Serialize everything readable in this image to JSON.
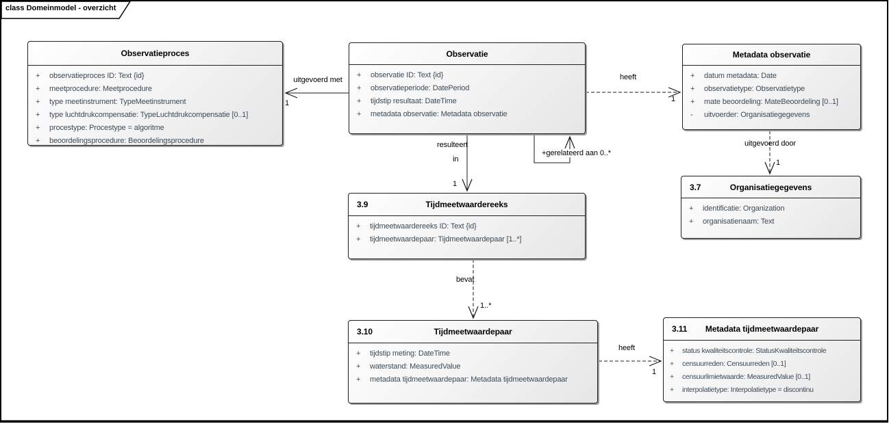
{
  "frame": {
    "label": "class Domeinmodel - overzicht"
  },
  "colors": {
    "line": "#1a1a1a",
    "attribute_text": "#3c4a57",
    "box_fill_start": "#ffffff",
    "box_fill_end": "#e6e6e6"
  },
  "classes": {
    "observatieproces": {
      "number": "",
      "name": "Observatieproces",
      "attrs": [
        {
          "vis": "+",
          "text": "observatieproces ID: Text {id}"
        },
        {
          "vis": "+",
          "text": "meetprocedure: Meetprocedure"
        },
        {
          "vis": "+",
          "text": "type meetinstrument: TypeMeetinstrument"
        },
        {
          "vis": "+",
          "text": "type luchtdrukcompensatie: TypeLuchtdrukcompensatie [0..1]"
        },
        {
          "vis": "+",
          "text": "procestype: Procestype = algoritme"
        },
        {
          "vis": "+",
          "text": "beoordelingsprocedure: Beoordelingsprocedure"
        }
      ]
    },
    "observatie": {
      "number": "",
      "name": "Observatie",
      "attrs": [
        {
          "vis": "+",
          "text": "observatie ID: Text {id}"
        },
        {
          "vis": "+",
          "text": "observatieperiode: DatePeriod"
        },
        {
          "vis": "+",
          "text": "tijdstip resultaat: DateTime"
        },
        {
          "vis": "+",
          "text": "metadata observatie: Metadata observatie"
        }
      ]
    },
    "metadata_observatie": {
      "number": "",
      "name": "Metadata observatie",
      "attrs": [
        {
          "vis": "+",
          "text": "datum metadata: Date"
        },
        {
          "vis": "+",
          "text": "observatietype: Observatietype"
        },
        {
          "vis": "+",
          "text": "mate beoordeling: MateBeoordeling [0..1]"
        },
        {
          "vis": "-",
          "text": "uitvoerder: Organisatiegegevens"
        }
      ]
    },
    "organisatiegegevens": {
      "number": "3.7",
      "name": "Organisatiegegevens",
      "attrs": [
        {
          "vis": "+",
          "text": "identificatie: Organization"
        },
        {
          "vis": "+",
          "text": "organisatienaam: Text"
        }
      ]
    },
    "tijdmeetwaardereeks": {
      "number": "3.9",
      "name": "Tijdmeetwaardereeks",
      "attrs": [
        {
          "vis": "+",
          "text": "tijdmeetwaardereeks ID: Text {id}"
        },
        {
          "vis": "+",
          "text": "tijdmeetwaardepaar: Tijdmeetwaardepaar [1..*]"
        }
      ]
    },
    "tijdmeetwaardepaar": {
      "number": "3.10",
      "name": "Tijdmeetwaardepaar",
      "attrs": [
        {
          "vis": "+",
          "text": "tijdstip meting: DateTime"
        },
        {
          "vis": "+",
          "text": "waterstand: MeasuredValue"
        },
        {
          "vis": "+",
          "text": "metadata tijdmeetwaardepaar: Metadata tijdmeetwaardepaar"
        }
      ]
    },
    "metadata_tijdmeetwaardepaar": {
      "number": "3.11",
      "name": "Metadata tijdmeetwaardepaar",
      "attrs": [
        {
          "vis": "+",
          "text": "status kwaliteitscontrole: StatusKwaliteitscontrole"
        },
        {
          "vis": "+",
          "text": "censuurreden: Censuurreden [0..1]"
        },
        {
          "vis": "+",
          "text": "censuurlimietwaarde: MeasuredValue [0..1]"
        },
        {
          "vis": "+",
          "text": "interpolatietype: Interpolatietype = discontinu"
        }
      ]
    }
  },
  "connectors": {
    "uitgevoerd_met": {
      "label": "uitgevoerd met",
      "mult": "1"
    },
    "heeft_observatie": {
      "label": "heeft",
      "mult": "1"
    },
    "gerelateerd_aan": {
      "label": "+gerelateerd aan 0..*"
    },
    "resulteert_in": {
      "label_line1": "resulteert",
      "label_line2": "in",
      "mult": "1"
    },
    "uitgevoerd_door": {
      "label": "uitgevoerd door",
      "mult": "1"
    },
    "bevat": {
      "label": "bevat",
      "mult": "1..*"
    },
    "heeft_metadata": {
      "label": "heeft",
      "mult": "1"
    }
  }
}
